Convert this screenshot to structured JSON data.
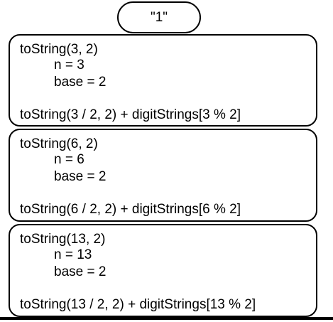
{
  "result": "\"1\"",
  "frames": [
    {
      "call": "toString(3, 2)",
      "n": "n = 3",
      "base": "base = 2",
      "ret": "toString(3 / 2, 2) + digitStrings[3 % 2]"
    },
    {
      "call": "toString(6, 2)",
      "n": "n = 6",
      "base": "base = 2",
      "ret": "toString(6 / 2, 2) + digitStrings[6 % 2]"
    },
    {
      "call": "toString(13, 2)",
      "n": "n = 13",
      "base": "base = 2",
      "ret": "toString(13 / 2, 2) + digitStrings[13 % 2]"
    }
  ]
}
